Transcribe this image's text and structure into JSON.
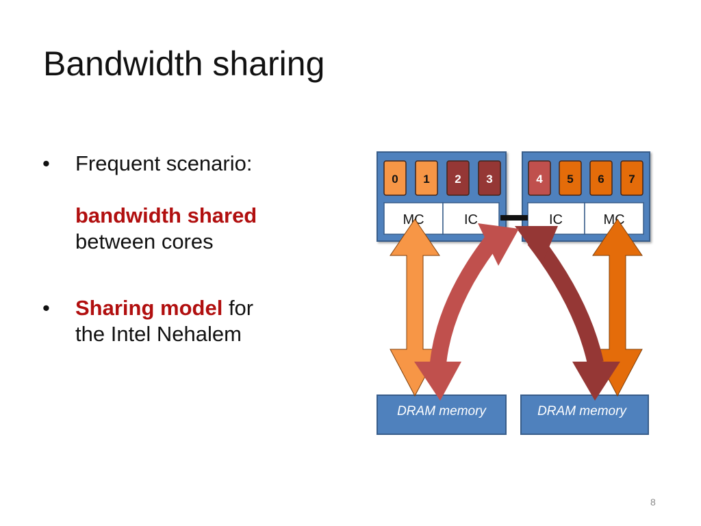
{
  "slide": {
    "title": "Bandwidth sharing",
    "page_number": "8"
  },
  "bullets": [
    {
      "line1": "Frequent scenario:",
      "emphasis": "bandwidth shared",
      "rest": "between cores"
    },
    {
      "emphasis": "Sharing model",
      "rest_same_line": "for",
      "rest_next_line": "the Intel Nehalem"
    }
  ],
  "diagram": {
    "left_socket": {
      "cores": [
        "0",
        "1",
        "2",
        "3"
      ],
      "mc_label": "MC",
      "ic_label": "IC"
    },
    "right_socket": {
      "cores": [
        "4",
        "5",
        "6",
        "7"
      ],
      "ic_label": "IC",
      "mc_label": "MC"
    },
    "memory_left": "DRAM memory",
    "memory_right": "DRAM memory",
    "colors": {
      "socket_fill": "#4f81bd",
      "socket_border": "#385d8a",
      "box_fill": "#ffffff",
      "light_orange": "#f79646",
      "dark_orange": "#e46c0a",
      "dark_red": "#953735",
      "medium_red": "#c0504d"
    }
  }
}
